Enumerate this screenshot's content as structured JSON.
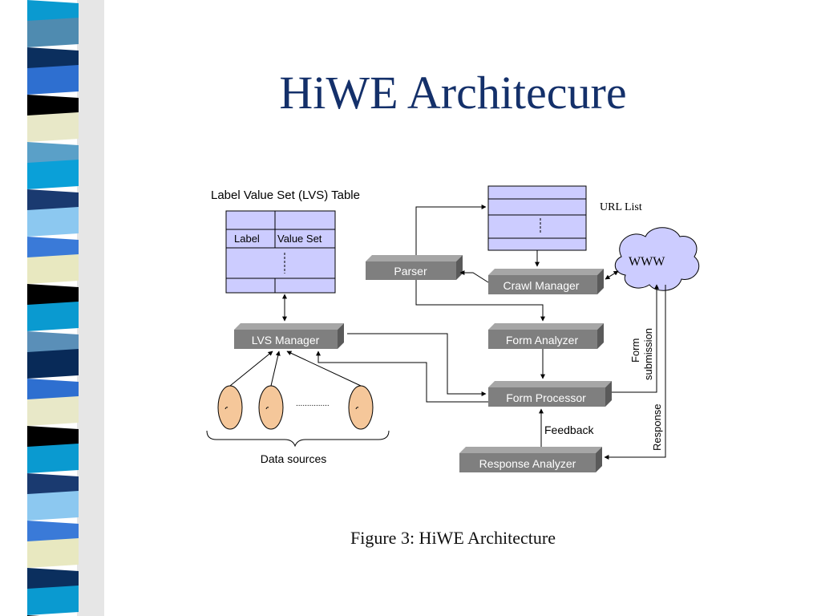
{
  "slide": {
    "title": "HiWE Architecure",
    "caption": "Figure 3: HiWE Architecture"
  },
  "diagram": {
    "lvs_table": {
      "title": "Label Value Set (LVS) Table",
      "col1": "Label",
      "col2": "Value Set"
    },
    "url_list": {
      "label": "URL List"
    },
    "www": {
      "label": "WWW"
    },
    "components": {
      "parser": "Parser",
      "crawl_manager": "Crawl Manager",
      "lvs_manager": "LVS Manager",
      "form_analyzer": "Form Analyzer",
      "form_processor": "Form Processor",
      "response_analyzer": "Response Analyzer"
    },
    "edge_labels": {
      "form_submission_1": "Form",
      "form_submission_2": "submission",
      "response": "Response",
      "feedback": "Feedback"
    },
    "data_sources": {
      "label": "Data sources",
      "ellipsis": "..............."
    }
  },
  "colors": {
    "title": "#14306a",
    "box_fill": "#7f7f7f",
    "box_top": "#a6a6a6",
    "box_side": "#5a5a5a",
    "table_fill": "#ccccff",
    "cloud_fill": "#ccccff",
    "oval_fill": "#f5c79a"
  }
}
